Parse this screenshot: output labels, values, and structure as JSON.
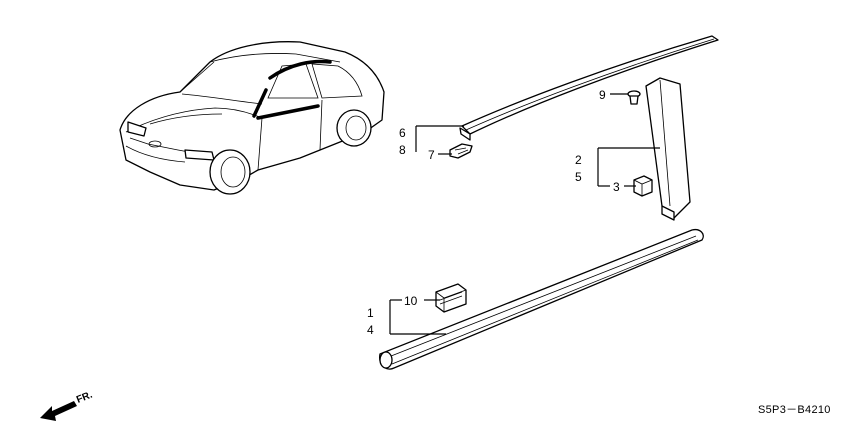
{
  "diagram_code": "S5P3－B4210",
  "front_marker": "FR.",
  "callouts": {
    "c1": "1",
    "c2": "2",
    "c3": "3",
    "c4": "4",
    "c5": "5",
    "c6": "6",
    "c7": "7",
    "c8": "8",
    "c9": "9",
    "c10": "10"
  }
}
